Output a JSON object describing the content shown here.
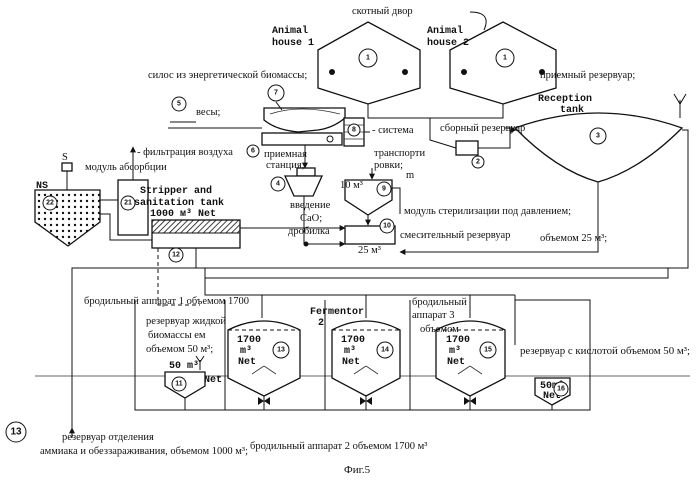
{
  "diagram": {
    "caption": "Фиг.5",
    "labels": {
      "cattle_yard": "скотный двор",
      "animal_house_1_line1": "Animal",
      "animal_house_1_line2": "house 1",
      "animal_house_2_line1": "Animal",
      "animal_house_2_line2": "house 2",
      "energy_biomass_silo": "силос из энергетической биомассы;",
      "scales": "весы;",
      "reception_reservoir": "приемный резервуар;",
      "reception_tank_line1": "Reception",
      "reception_tank_line2": "tank",
      "collection_reservoir": "сборный резервуар",
      "transport_system_line1": "- система",
      "transport_system_line2": "транспорти",
      "transport_system_line3": "ровки;",
      "transport_system_line4": "m",
      "receiving_station_line1": "приемная",
      "receiving_station_line2": "станция;",
      "air_filtration": "- фильтрация воздуха",
      "filter_s": "S",
      "absorption_module": "модуль абсорбции",
      "ns": "NS",
      "stripper_line1": "Stripper and",
      "stripper_line2": "sanitation tank",
      "stripper_line3": "1000 м³ Net",
      "sterilizer_volume": "10 м³",
      "cao_line1": "введение",
      "cao_line2": "CaO;",
      "sterilization_module": "модуль стерилизации под давлением;",
      "crusher": "дробилка",
      "mixing_reservoir": "смесительный резервуар",
      "mixing_volume": "объемом 25 м³;",
      "mixing_tank_volume": "25 м³",
      "fermenter_1": "бродильный аппарат 1 объемом 1700",
      "fermenter_3_line1": "бродильный",
      "fermenter_3_line2": "аппарат 3",
      "fermenter_3_line3": "объемом",
      "fermentor_2_line1": "Fermentor",
      "fermentor_2_line2": "2",
      "liquid_biomass_line1": "резервуар жидкой",
      "liquid_biomass_line2": "биомассы ем",
      "liquid_biomass_line3": "объемом 50 м³;",
      "acid_reservoir": "резервуар с кислотой объемом 50 м³;",
      "ammonia_line1": "резервуар отделения",
      "ammonia_line2": "аммиака и обеззараживания, объемом 1000 м³;",
      "fermenter_2": "бродильный аппарат 2 объемом 1700 м³"
    },
    "tanks": {
      "fermenter_13": [
        "1700",
        "m³",
        "Net"
      ],
      "fermenter_14": [
        "1700",
        "m³",
        "Net"
      ],
      "fermenter_15": [
        "1700",
        "m³",
        "Net"
      ],
      "tank_11": [
        "50 m³",
        "Net"
      ],
      "tank_16": [
        "50m³",
        "Net"
      ]
    },
    "markers": {
      "house1": "1",
      "house2": "1",
      "collection_pump": "2",
      "reception_tank": "3",
      "crusher": "4",
      "scales": "5",
      "receiving_station": "6",
      "silo": "7",
      "transport": "8",
      "sterilizer": "9",
      "mixer": "10",
      "liquid_biomass": "11",
      "stripper_tank": "12",
      "fermenter_a": "13",
      "fermenter_b": "14",
      "fermenter_c": "15",
      "acid_tank": "16",
      "sanitation_module": "21",
      "absorber": "22",
      "handwritten": "13"
    }
  }
}
